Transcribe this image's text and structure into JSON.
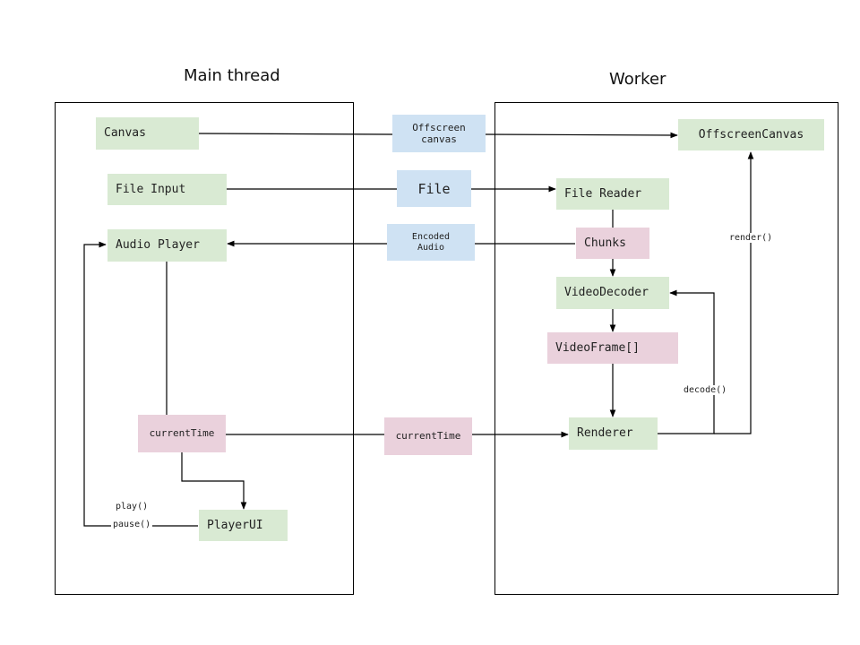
{
  "regions": {
    "main": {
      "title": "Main thread"
    },
    "worker": {
      "title": "Worker"
    }
  },
  "nodes": {
    "canvas": "Canvas",
    "file_input": "File Input",
    "audio_player": "Audio Player",
    "current_time_main": "currentTime",
    "player_ui": "PlayerUI",
    "offscreen_canvas_msg": "Offscreen\ncanvas",
    "file_msg": "File",
    "encoded_audio_msg": "Encoded\nAudio",
    "current_time_msg": "currentTime",
    "offscreen_canvas": "OffscreenCanvas",
    "file_reader": "File Reader",
    "chunks": "Chunks",
    "video_decoder": "VideoDecoder",
    "video_frames": "VideoFrame[]",
    "renderer": "Renderer"
  },
  "edge_labels": {
    "play": "play()",
    "pause": "pause()",
    "render": "render()",
    "decode": "decode()"
  },
  "colors": {
    "component": "#d9ead3",
    "data": "#ead1dc",
    "message": "#cfe2f3",
    "line": "#000000"
  }
}
